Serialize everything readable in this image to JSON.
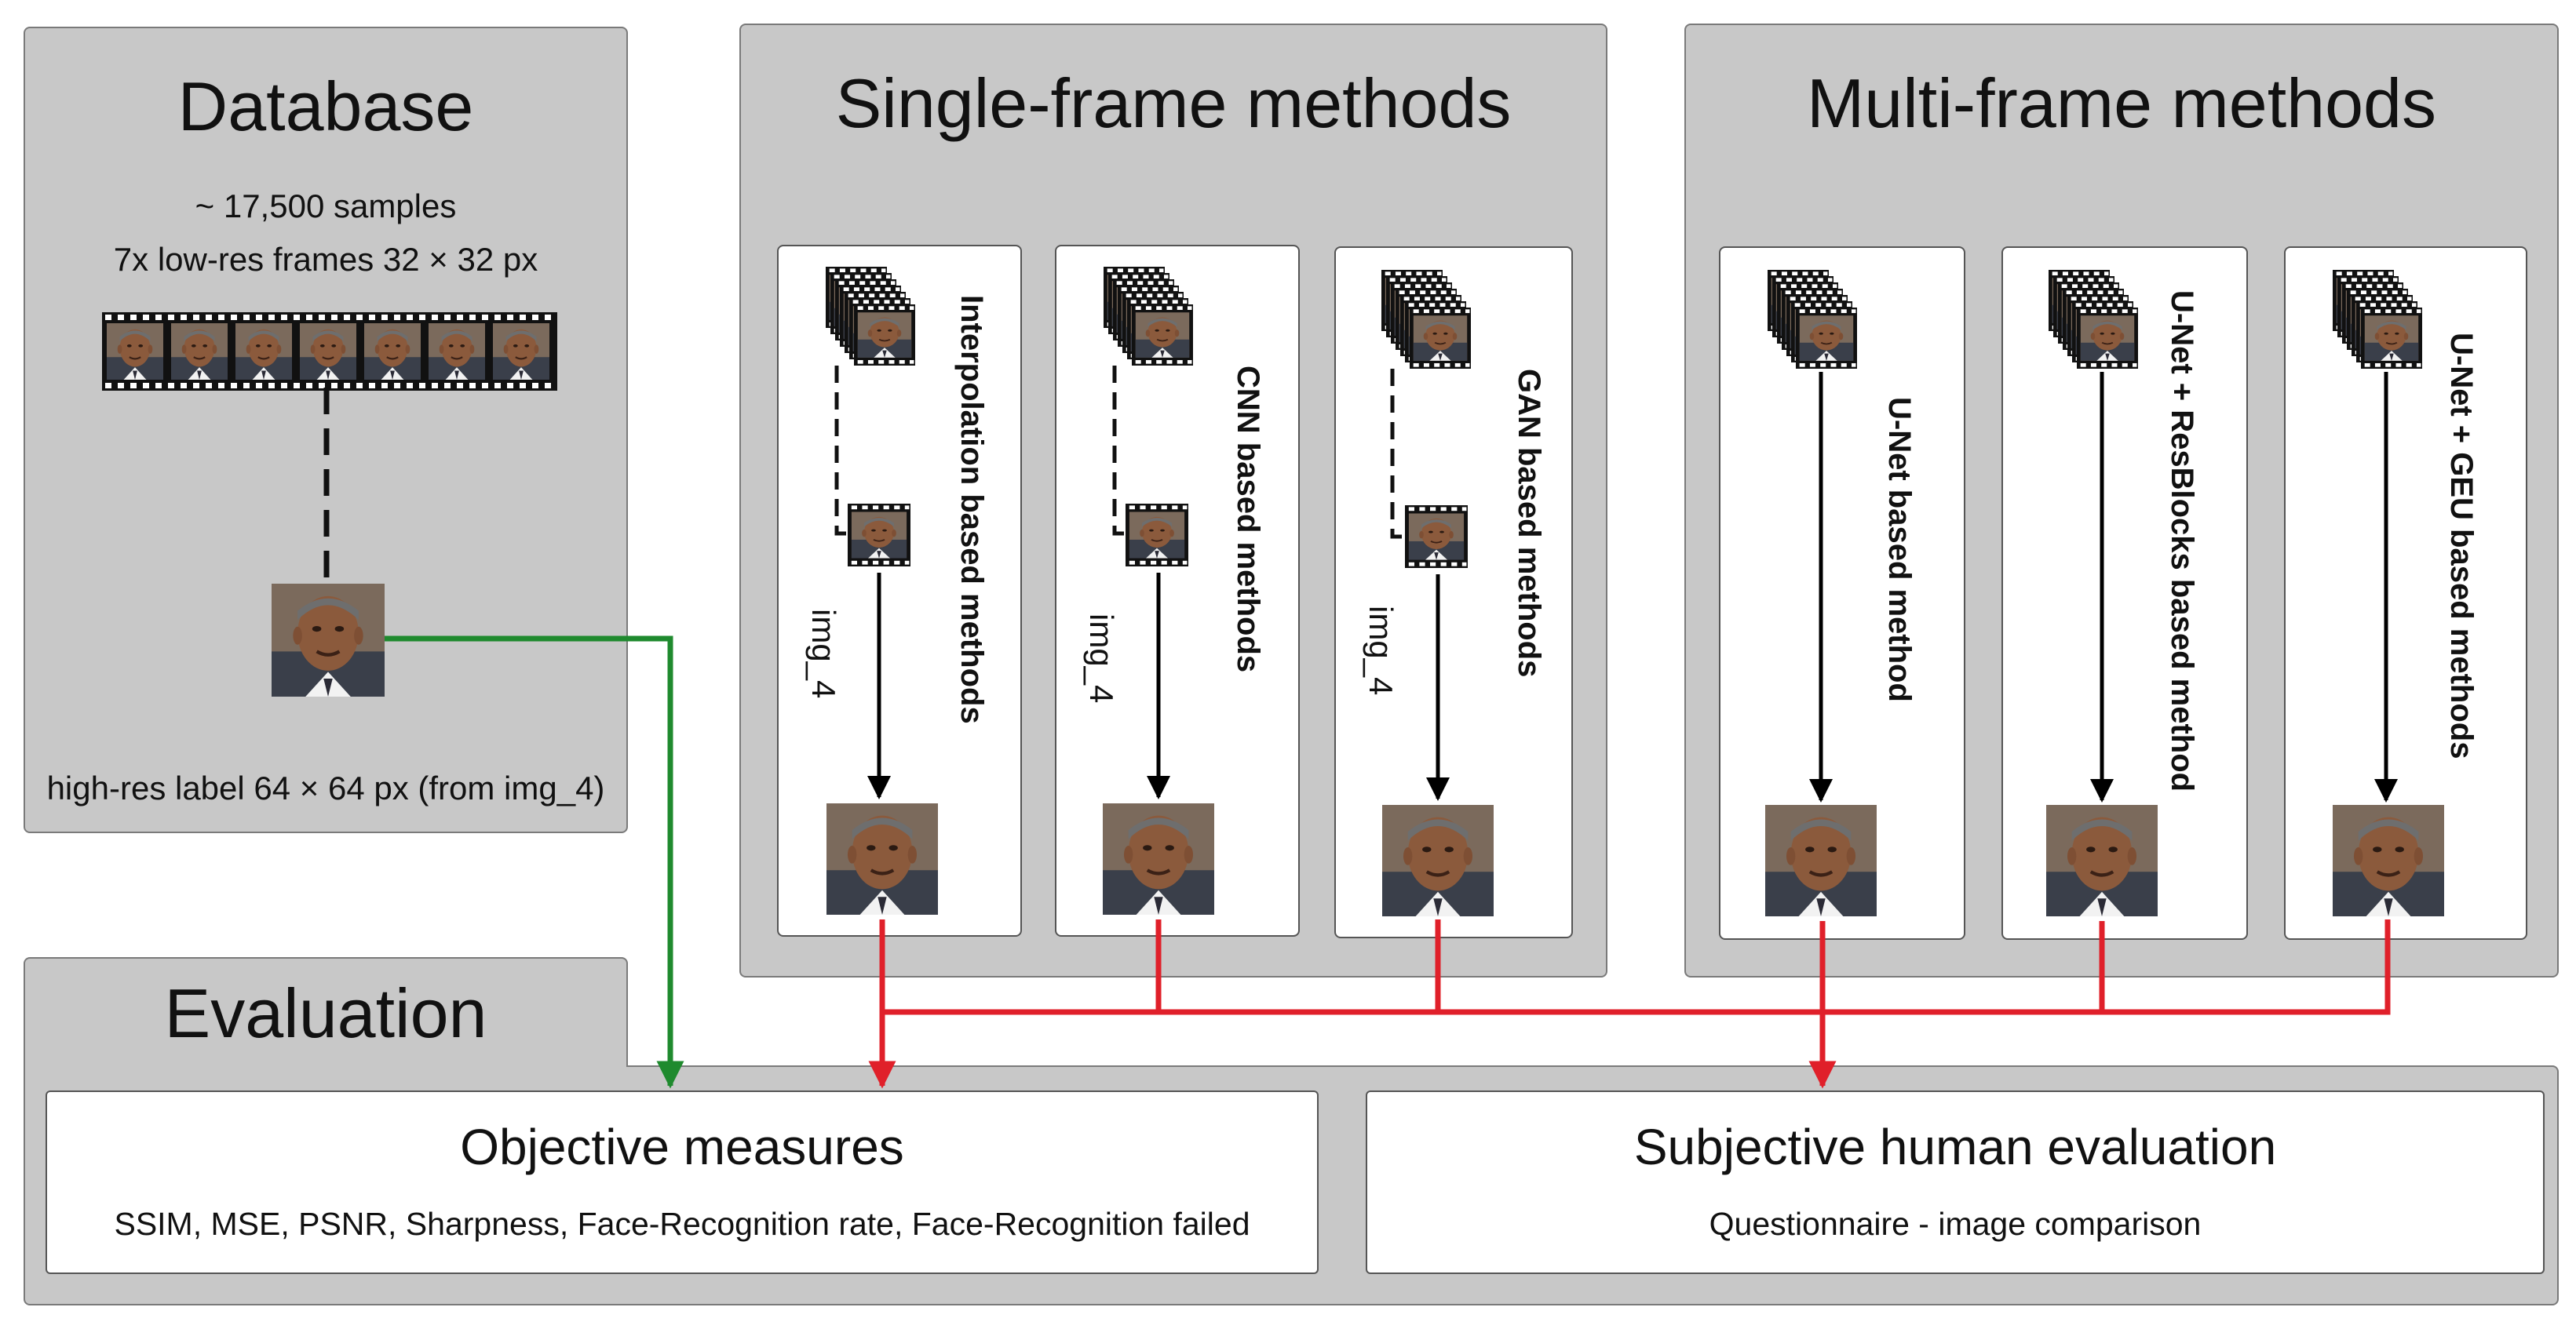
{
  "database": {
    "title": "Database",
    "samples": "~ 17,500 samples",
    "frames": "7x low-res frames 32 × 32 px",
    "label": "high-res label 64 × 64 px (from img_4)"
  },
  "single_frame": {
    "title": "Single-frame methods",
    "methods": [
      {
        "name": "Interpolation based methods",
        "input": "img_4"
      },
      {
        "name": "CNN based methods",
        "input": "img_4"
      },
      {
        "name": "GAN based methods",
        "input": "img_4"
      }
    ]
  },
  "multi_frame": {
    "title": "Multi-frame methods",
    "methods": [
      {
        "name": "U-Net based method"
      },
      {
        "name": "U-Net + ResBlocks based method"
      },
      {
        "name": "U-Net + GEU based methods"
      }
    ]
  },
  "evaluation": {
    "title": "Evaluation",
    "objective": {
      "title": "Objective measures",
      "detail": "SSIM, MSE, PSNR, Sharpness, Face-Recognition rate, Face-Recognition failed"
    },
    "subjective": {
      "title": "Subjective human evaluation",
      "detail": "Questionnaire - image comparison"
    }
  },
  "colors": {
    "panel": "#c8c8c8",
    "green_arrow": "#1f8a2e",
    "red_arrow": "#e0202a"
  }
}
